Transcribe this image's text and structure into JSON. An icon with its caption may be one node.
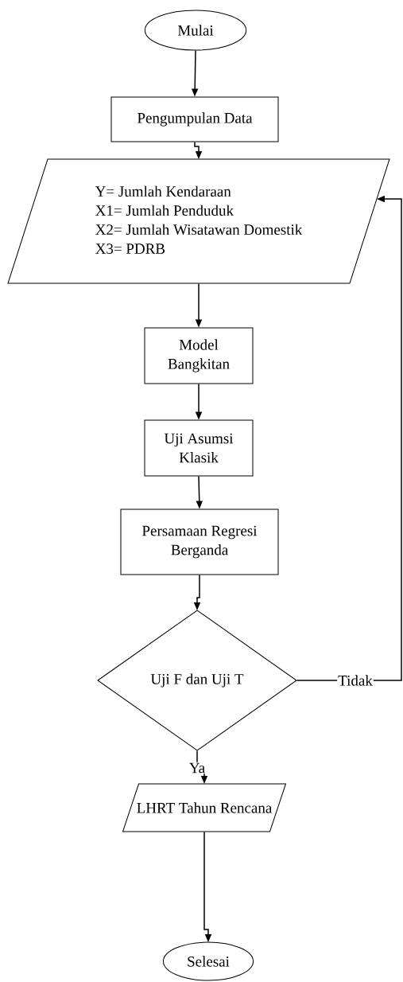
{
  "diagram": {
    "nodes": [
      {
        "text": [
          "Mulai"
        ]
      },
      {
        "text": [
          "Pengumpulan Data"
        ]
      },
      {
        "text": [
          "Y= Jumlah Kendaraan",
          "X1= Jumlah Penduduk",
          "X2= Jumlah Wisatawan Domestik",
          "X3= PDRB"
        ]
      },
      {
        "text": [
          "Model Bangkitan"
        ]
      },
      {
        "text": [
          "Uji Asumsi Klasik"
        ]
      },
      {
        "text": [
          "Persamaan Regresi Berganda"
        ]
      },
      {
        "text": [
          "Uji F dan Uji T"
        ]
      },
      {
        "text": [
          "LHRT Tahun Rencana"
        ]
      },
      {
        "text": [
          "Selesai"
        ]
      }
    ],
    "edges": [
      {
        "from": 0,
        "to": 1,
        "arrow": "to"
      },
      {
        "from": 1,
        "to": 2,
        "arrow": "to"
      },
      {
        "from": 2,
        "to": 3,
        "arrow": "to"
      },
      {
        "from": 3,
        "to": 4,
        "arrow": "to"
      },
      {
        "from": 4,
        "to": 5,
        "arrow": "to"
      },
      {
        "from": 5,
        "to": 6,
        "arrow": "to"
      },
      {
        "from": 6,
        "to": 7,
        "arrow": "to",
        "label": "Ya"
      },
      {
        "from": 7,
        "to": 8,
        "arrow": "to"
      },
      {
        "from": 6,
        "to": 2,
        "arrow": "to",
        "label": "Tidak"
      }
    ]
  }
}
